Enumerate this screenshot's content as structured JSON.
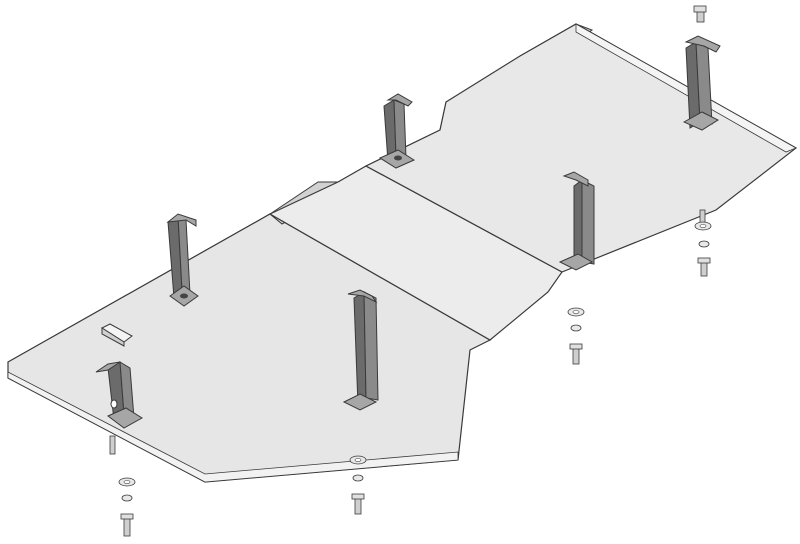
{
  "drawing": {
    "colors": {
      "background": "#ffffff",
      "plate": "#e4e4e4",
      "plate_light": "#ececec",
      "plate_edge": "#f4f4f4",
      "flange": "#d2d2d2",
      "outline": "#3a3a3a",
      "bracket": "#8a8a8a",
      "bracket_dark": "#6b6b6b",
      "bracket_light": "#a6a6a6",
      "hardware": "#cfcfcf"
    },
    "parts": {
      "plate_panels": 3,
      "brackets": 6,
      "bolt_sets": 5,
      "tab": 1
    }
  }
}
